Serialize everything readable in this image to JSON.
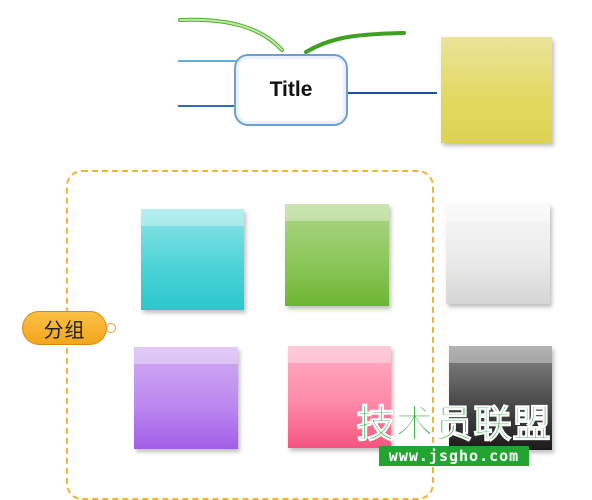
{
  "map": {
    "title_node": "Title",
    "group_label": "分组"
  },
  "watermark": {
    "text": "技术员联盟",
    "url": "www.jsgho.com"
  },
  "colors": {
    "group_border": "#f0b437",
    "group_label_bg": "#f6ad28",
    "title_border": "#6f9fd0",
    "branch_green": "#4db027",
    "branch_blue": "#3b6fc4",
    "watermark_green": "#23a832"
  },
  "sticky_notes": [
    "yellow",
    "cyan",
    "green",
    "white",
    "purple",
    "pink",
    "black"
  ]
}
